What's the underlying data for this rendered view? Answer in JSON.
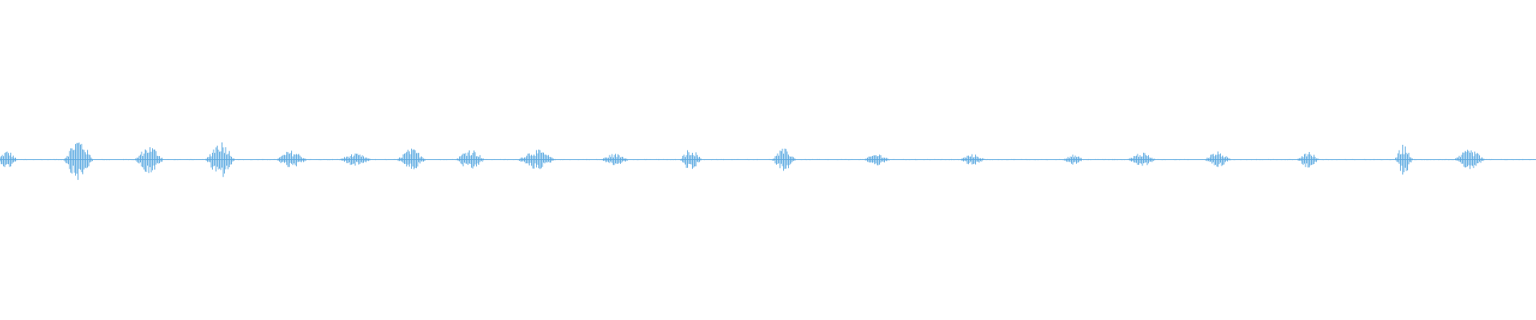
{
  "waveform": {
    "color": "#5aa8e0",
    "baseline_amplitude": 0.01,
    "segments": [
      {
        "center_s": 0.3,
        "duration_s": 0.9,
        "amplitude": 0.18
      },
      {
        "center_s": 3.2,
        "duration_s": 1.3,
        "amplitude": 0.42
      },
      {
        "center_s": 6.1,
        "duration_s": 1.3,
        "amplitude": 0.28
      },
      {
        "center_s": 9.0,
        "duration_s": 1.3,
        "amplitude": 0.38
      },
      {
        "center_s": 11.9,
        "duration_s": 1.4,
        "amplitude": 0.18
      },
      {
        "center_s": 14.5,
        "duration_s": 1.5,
        "amplitude": 0.12
      },
      {
        "center_s": 16.8,
        "duration_s": 1.3,
        "amplitude": 0.22
      },
      {
        "center_s": 19.2,
        "duration_s": 1.3,
        "amplitude": 0.22
      },
      {
        "center_s": 21.9,
        "duration_s": 1.7,
        "amplitude": 0.2
      },
      {
        "center_s": 25.1,
        "duration_s": 1.3,
        "amplitude": 0.12
      },
      {
        "center_s": 28.2,
        "duration_s": 1.0,
        "amplitude": 0.22
      },
      {
        "center_s": 32.0,
        "duration_s": 1.1,
        "amplitude": 0.22
      },
      {
        "center_s": 35.8,
        "duration_s": 1.2,
        "amplitude": 0.12
      },
      {
        "center_s": 39.7,
        "duration_s": 1.2,
        "amplitude": 0.11
      },
      {
        "center_s": 43.8,
        "duration_s": 1.0,
        "amplitude": 0.1
      },
      {
        "center_s": 46.6,
        "duration_s": 1.3,
        "amplitude": 0.14
      },
      {
        "center_s": 49.7,
        "duration_s": 1.2,
        "amplitude": 0.16
      },
      {
        "center_s": 53.4,
        "duration_s": 1.0,
        "amplitude": 0.16
      },
      {
        "center_s": 57.3,
        "duration_s": 0.8,
        "amplitude": 0.3
      },
      {
        "center_s": 60.0,
        "duration_s": 1.4,
        "amplitude": 0.2
      }
    ],
    "total_duration_s": 62.7
  }
}
